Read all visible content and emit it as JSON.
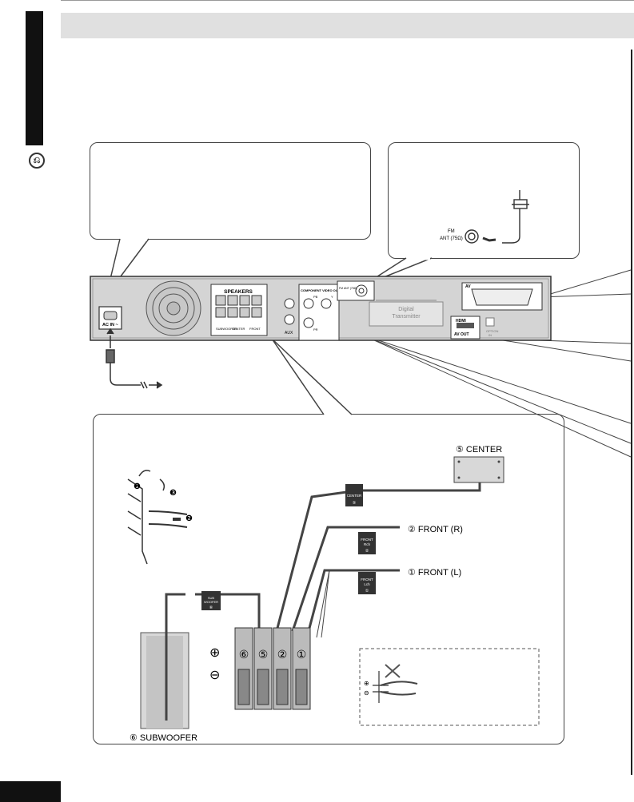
{
  "unit": {
    "ac_in": "AC IN ~",
    "speakers": "SPEAKERS",
    "subwoofer_terminal": "SUBWOOFER",
    "center_terminal": "CENTER",
    "front_terminal": "FRONT",
    "component_video_out": "COMPONENT VIDEO OUT",
    "pb": "PB",
    "y": "Y",
    "pr": "PR",
    "aux": "AUX",
    "fm_ant_panel": "FM ANT (75Ω)",
    "digital_transmitter_1": "Digital",
    "digital_transmitter_2": "Transmitter",
    "av": "AV",
    "hdmi": "HDMI",
    "av_out": "AV OUT",
    "option": "OPTION",
    "in": "IN"
  },
  "fm_callout": {
    "label_1": "FM",
    "label_2": "ANT (75Ω)"
  },
  "speakers": {
    "center": "⑤ CENTER",
    "front_r": "② FRONT (R)",
    "front_l": "① FRONT (L)",
    "subwoofer": "⑥ SUBWOOFER",
    "tag_center": "CENTER",
    "tag_center_num": "⑤",
    "tag_front_r": "FRONT",
    "tag_front_r_sub": "Rch",
    "tag_front_r_num": "②",
    "tag_front_l": "FRONT",
    "tag_front_l_sub": "Lch",
    "tag_front_l_num": "①",
    "tag_sub": "SUB",
    "tag_sub_2": "WOOFER",
    "tag_sub_num": "⑥",
    "connector_nums": [
      "⑥",
      "⑤",
      "②",
      "①"
    ],
    "plus": "⊕",
    "minus": "⊖"
  },
  "steps": [
    "❶",
    "❷",
    "❸"
  ],
  "colors": {
    "header_band": "#e0e0e0",
    "tab": "#111111",
    "line": "#333333",
    "plate": "#d4d4d4"
  }
}
